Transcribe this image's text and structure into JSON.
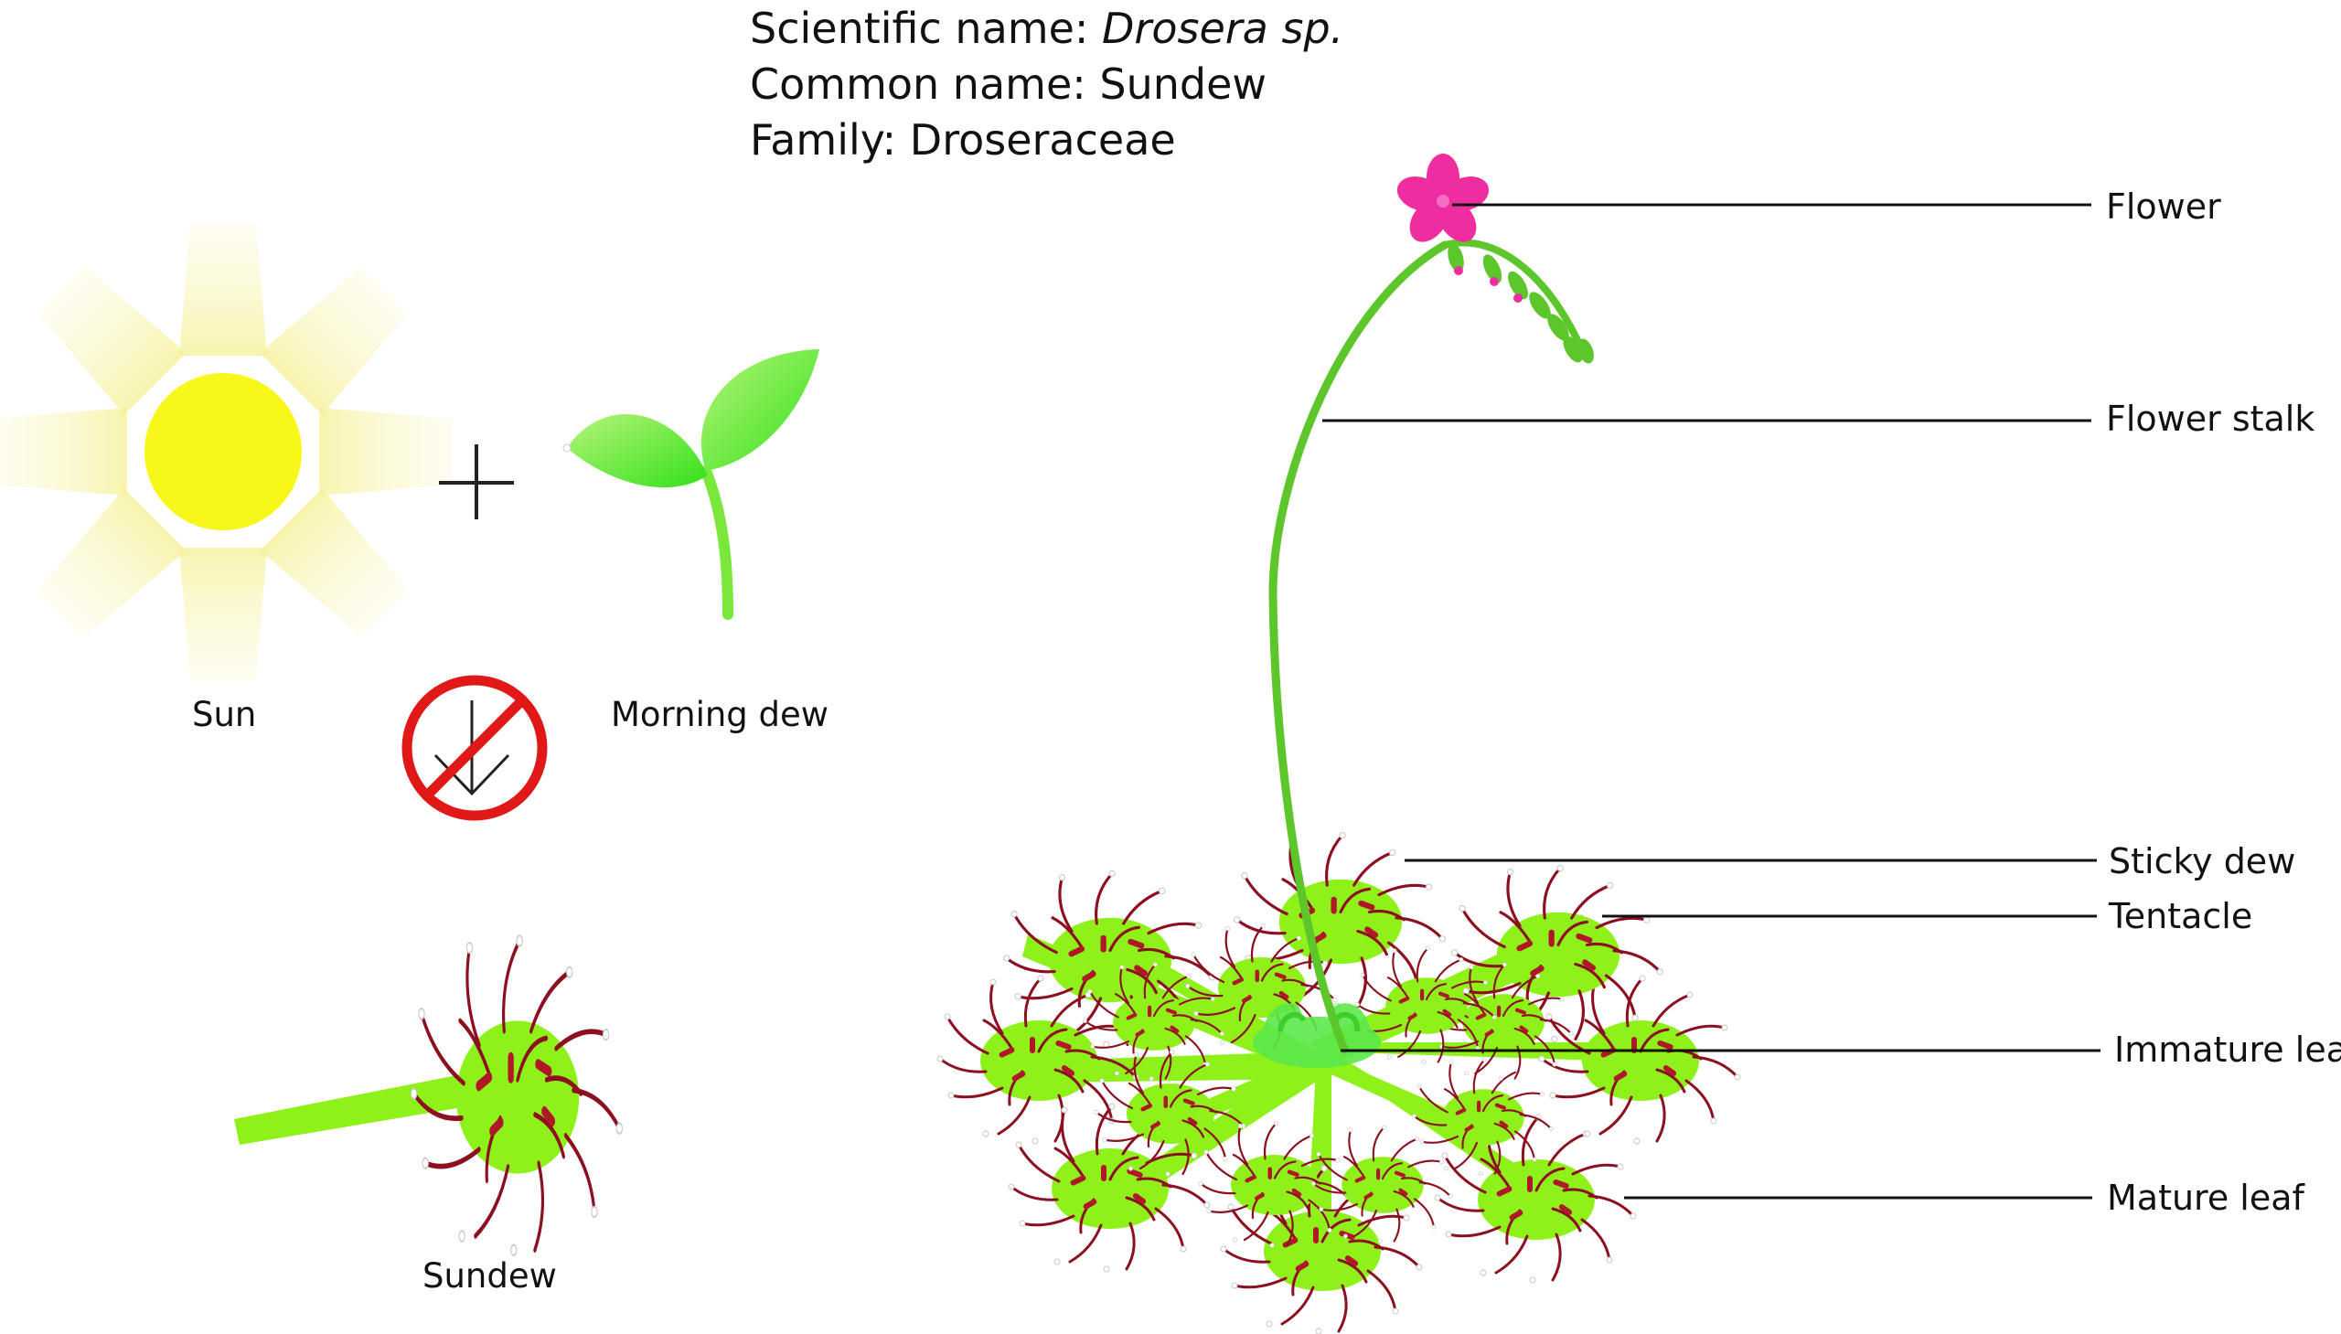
{
  "header": {
    "scientific_prefix": "Scientific name: ",
    "scientific_name": "Drosera sp.",
    "common_name": "Common name: Sundew",
    "family": "Family: Droseraceae"
  },
  "captions": {
    "sun": "Sun",
    "morning_dew": "Morning dew",
    "sundew": "Sundew"
  },
  "labels": {
    "flower": "Flower",
    "flower_stalk": "Flower stalk",
    "sticky_dew": "Sticky dew",
    "tentacle": "Tentacle",
    "immature_leaf": "Immature leaf",
    "mature_leaf": "Mature leaf"
  },
  "colors": {
    "leaf_green": "#8ef21a",
    "stalk_green": "#5cc62a",
    "tentacle_red": "#8c1020",
    "flower_pink": "#ee2ea0",
    "sun_yellow": "#f7f71a",
    "forbidden_red": "#e01818"
  }
}
